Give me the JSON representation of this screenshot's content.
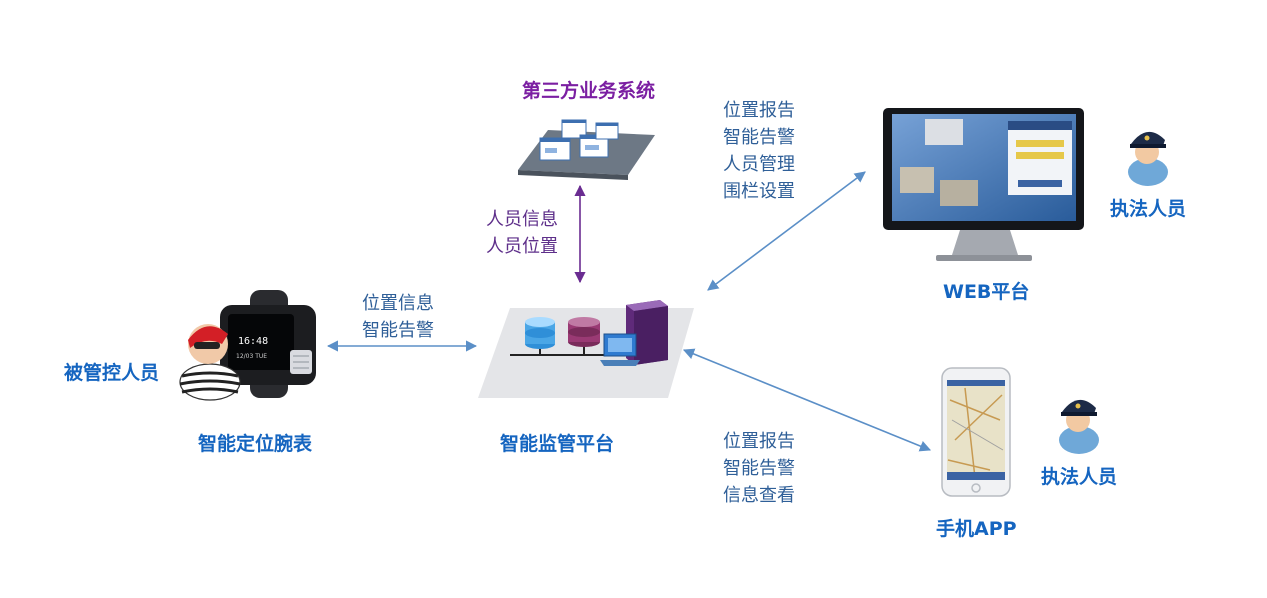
{
  "nodes": {
    "third_party": "第三方业务系统",
    "platform": "智能监管平台",
    "watch": "智能定位腕表",
    "controlled_person": "被管控人员",
    "web": "WEB平台",
    "app": "手机APP",
    "officer_web": "执法人员",
    "officer_app": "执法人员"
  },
  "edges": {
    "third_party_platform": [
      "人员信息",
      "人员位置"
    ],
    "watch_platform": [
      "位置信息",
      "智能告警"
    ],
    "platform_web": [
      "位置报告",
      "智能告警",
      "人员管理",
      "围栏设置"
    ],
    "platform_app": [
      "位置报告",
      "智能告警",
      "信息查看"
    ]
  },
  "colors": {
    "label_blue": "#1565c0",
    "label_purple": "#7b1fa2",
    "arrow_blue": "#5b8fc7",
    "arrow_purple": "#6a2c91"
  }
}
